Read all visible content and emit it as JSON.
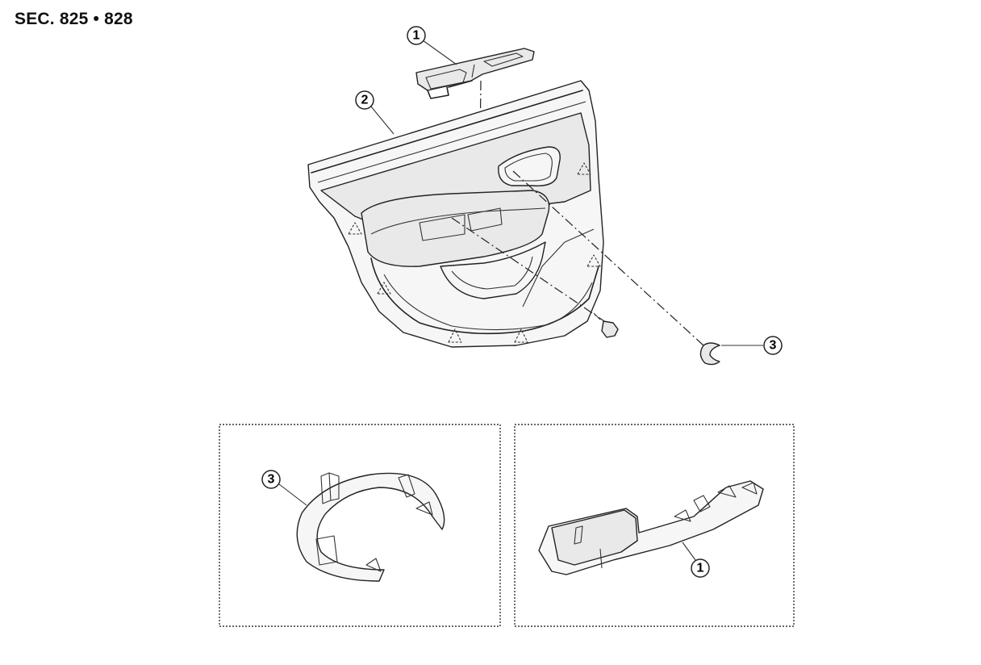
{
  "header": {
    "section_code": "SEC. 825 • 828"
  },
  "callouts": {
    "finisher_switch": "1",
    "door_trim": "2",
    "handle_escutcheon": "3"
  },
  "detail_views": {
    "left_callout": "3",
    "right_callout": "1"
  }
}
